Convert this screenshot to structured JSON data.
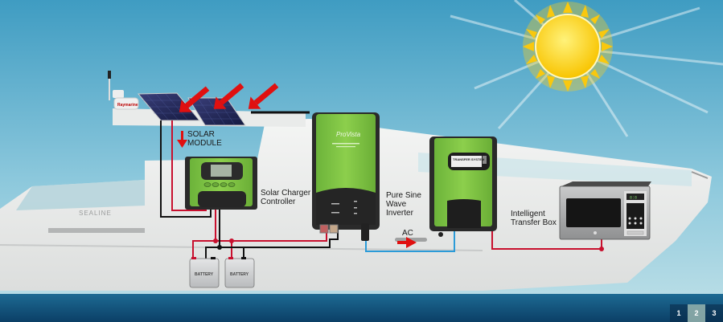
{
  "diagram": {
    "title": "Marine solar power system",
    "colors": {
      "sky_top": "#4aa3c6",
      "sky_bottom": "#a9d7e3",
      "sea": "#0f4d78",
      "hull": "#eef0ef",
      "device_green": "#7ac142",
      "device_dark": "#222222",
      "dc_positive": "#c8102e",
      "dc_negative": "#111111",
      "ac_line": "#2b9bd8",
      "arrow_red": "#e01010",
      "sun": "#ffd21f"
    },
    "boat_name": "SEALINE",
    "radar_brand": "Raymarine",
    "nodes": {
      "solar_module": {
        "label_line1": "SOLAR",
        "label_line2": "MODULE"
      },
      "charge_controller": {
        "label_line1": "Solar Charger",
        "label_line2": "Controller"
      },
      "inverter": {
        "label_line1": "Pure Sine",
        "label_line2": "Wave",
        "label_line3": "Inverter",
        "brand": "ProVista"
      },
      "transfer_box": {
        "label_line1": "Intelligent",
        "label_line2": "Transfer Box",
        "panel_text": "TRANSFER SYSTEM"
      },
      "battery_1": {
        "label": "BATTERY"
      },
      "battery_2": {
        "label": "BATTERY"
      },
      "microwave": {
        "display": "8:8"
      }
    },
    "edges": [
      {
        "from": "solar_module",
        "to": "charge_controller",
        "type": "DC"
      },
      {
        "from": "charge_controller",
        "to": "battery_1",
        "type": "DC"
      },
      {
        "from": "charge_controller",
        "to": "battery_2",
        "type": "DC"
      },
      {
        "from": "battery_1",
        "to": "inverter",
        "type": "DC"
      },
      {
        "from": "inverter",
        "to": "transfer_box",
        "type": "AC",
        "label": "AC"
      },
      {
        "from": "transfer_box",
        "to": "microwave",
        "type": "AC"
      }
    ]
  },
  "pager": {
    "pages": [
      "1",
      "2",
      "3"
    ],
    "active": 2
  }
}
